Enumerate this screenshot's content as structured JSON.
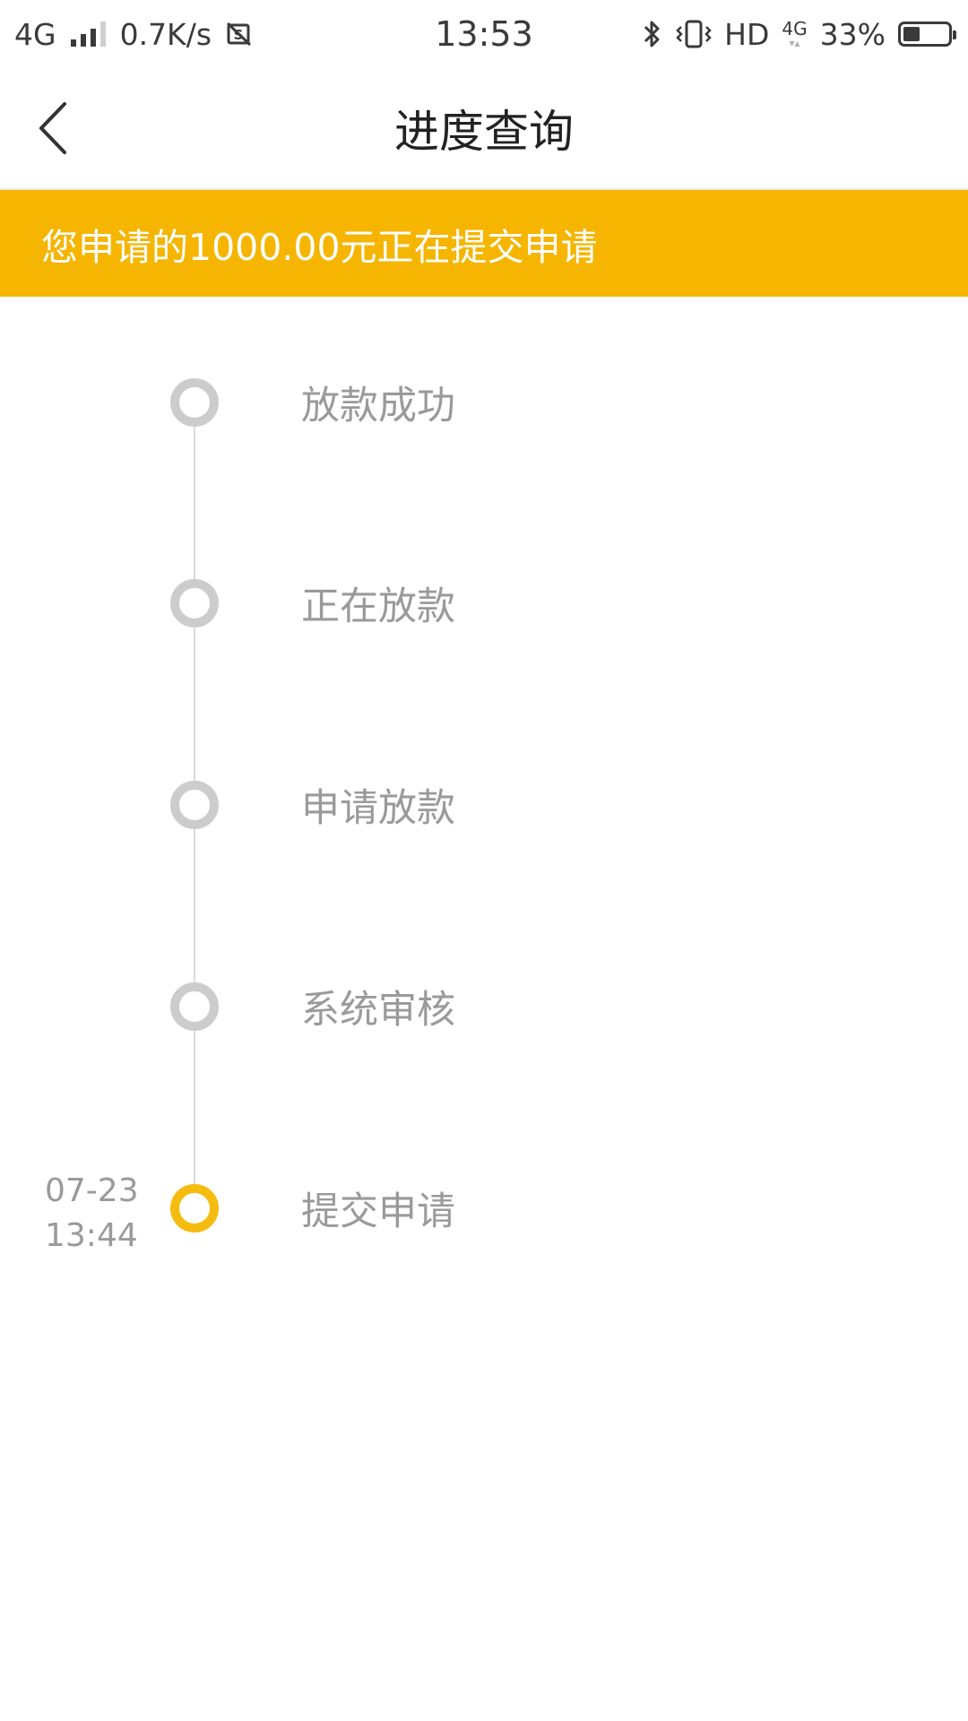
{
  "status_bar": {
    "network": "4G",
    "speed": "0.7K/s",
    "time": "13:53",
    "hd": "HD",
    "net_small": "4G",
    "battery": "33%",
    "battery_level": 0.33
  },
  "header": {
    "title": "进度查询"
  },
  "banner": {
    "text": "您申请的1000.00元正在提交申请",
    "color": "#f5b500"
  },
  "timeline": {
    "steps": [
      {
        "label": "放款成功",
        "active": false
      },
      {
        "label": "正在放款",
        "active": false
      },
      {
        "label": "申请放款",
        "active": false
      },
      {
        "label": "系统审核",
        "active": false
      },
      {
        "label": "提交申请",
        "active": true,
        "date": "07-23",
        "time": "13:44"
      }
    ],
    "active_color": "#f6bb0f",
    "inactive_color": "#cccccc"
  }
}
